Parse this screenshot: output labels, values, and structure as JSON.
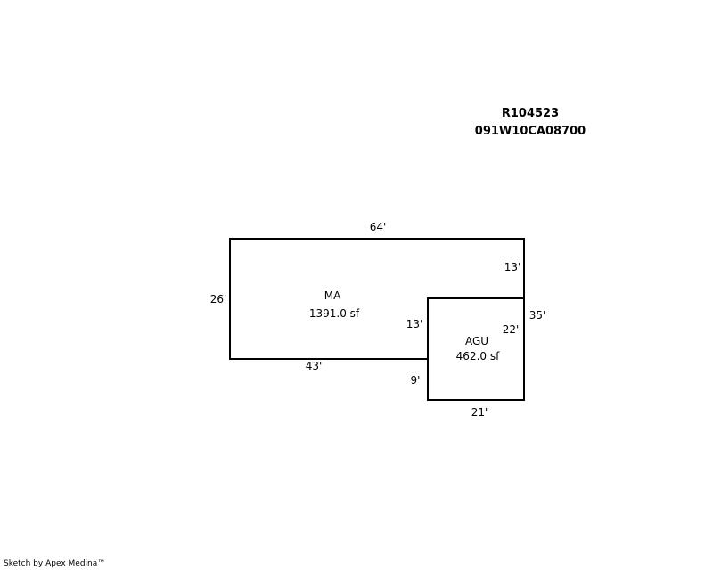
{
  "header": {
    "parcel_id": "R104523",
    "map_number": "091W10CA08700"
  },
  "areas": {
    "ma": {
      "code": "MA",
      "area": "1391.0 sf"
    },
    "agu": {
      "code": "AGU",
      "area": "462.0 sf"
    }
  },
  "dimensions": {
    "ma_top": "64'",
    "ma_left": "26'",
    "ma_bottom": "43'",
    "ma_right_upper": "13'",
    "ma_inner_vertical": "13'",
    "agu_outer_right": "35'",
    "agu_right": "22'",
    "agu_lower_left": "9'",
    "agu_bottom": "21'"
  },
  "footer": {
    "credit": "Sketch by Apex Medina™"
  },
  "colors": {
    "line": "#000000",
    "background": "#ffffff"
  }
}
